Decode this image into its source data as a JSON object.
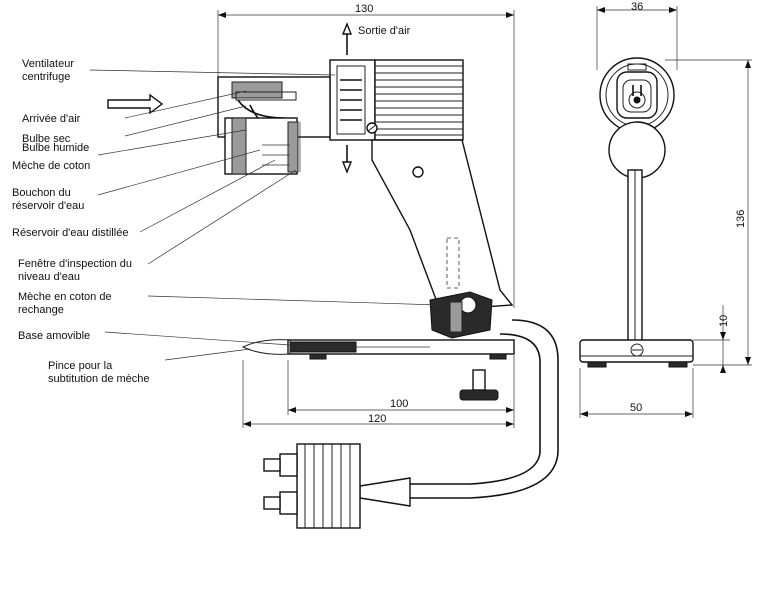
{
  "labels": {
    "sortie_air": "Sortie d'air",
    "ventilateur_1": "Ventilateur",
    "ventilateur_2": "centrifuge",
    "arrivee_air": "Arrivée d'air",
    "bulbe_sec": "Bulbe sec",
    "bulbe_humide": "Bulbe humide",
    "meche_coton": "Mèche de coton",
    "bouchon_1": "Bouchon du",
    "bouchon_2": "réservoir d'eau",
    "reservoir": "Réservoir d'eau distillée",
    "fenetre_1": "Fenêtre d'inspection du",
    "fenetre_2": "niveau d'eau",
    "rechange_1": "Mèche en coton de",
    "rechange_2": "rechange",
    "base": "Base amovible",
    "pince_1": "Pince pour la",
    "pince_2": "subtitution de mèche"
  },
  "dimensions": {
    "width_total": "130",
    "side_width": "36",
    "side_height": "136",
    "base_height": "10",
    "base_inner": "100",
    "base_outer": "120",
    "side_base": "50"
  }
}
